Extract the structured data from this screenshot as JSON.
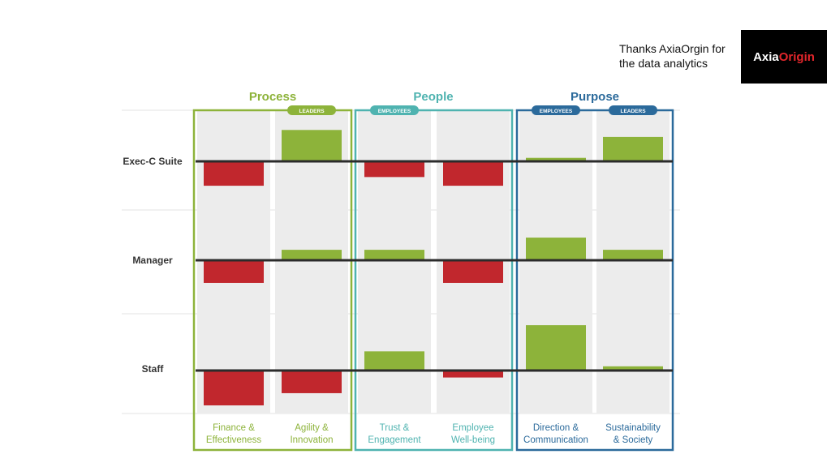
{
  "credit": {
    "line1": "Thanks AxiaOrgin for",
    "line2": "the data analytics"
  },
  "logo": {
    "part1": "Axia",
    "part2": "Origin"
  },
  "colors": {
    "positive": "#8db33a",
    "negative": "#c1272d",
    "process": "#8db33a",
    "people": "#4fb3b0",
    "purpose": "#2b6a9b",
    "column_band": "#ececec",
    "baseline": "#2b2b2b"
  },
  "chart_data": {
    "type": "bar",
    "groups": [
      {
        "name": "Process",
        "tags": [
          "",
          "LEADERS"
        ]
      },
      {
        "name": "People",
        "tags": [
          "EMPLOYEES",
          ""
        ]
      },
      {
        "name": "Purpose",
        "tags": [
          "EMPLOYEES",
          "LEADERS"
        ]
      }
    ],
    "categories": [
      [
        "Finance &",
        "Effectiveness"
      ],
      [
        "Agility &",
        "Innovation"
      ],
      [
        "Trust &",
        "Engagement"
      ],
      [
        "Employee",
        "Well-being"
      ],
      [
        "Direction &",
        "Communication"
      ],
      [
        "Sustainability",
        "& Society"
      ]
    ],
    "category_group": [
      0,
      0,
      1,
      1,
      2,
      2
    ],
    "rows": [
      {
        "name": "Exec-C Suite",
        "values": [
          -0.7,
          0.9,
          -0.45,
          -0.7,
          0.1,
          0.7
        ]
      },
      {
        "name": "Manager",
        "values": [
          -0.65,
          0.3,
          0.3,
          -0.65,
          0.65,
          0.3
        ]
      },
      {
        "name": "Staff",
        "values": [
          -1.0,
          -0.65,
          0.55,
          -0.2,
          1.3,
          0.12
        ]
      }
    ]
  }
}
